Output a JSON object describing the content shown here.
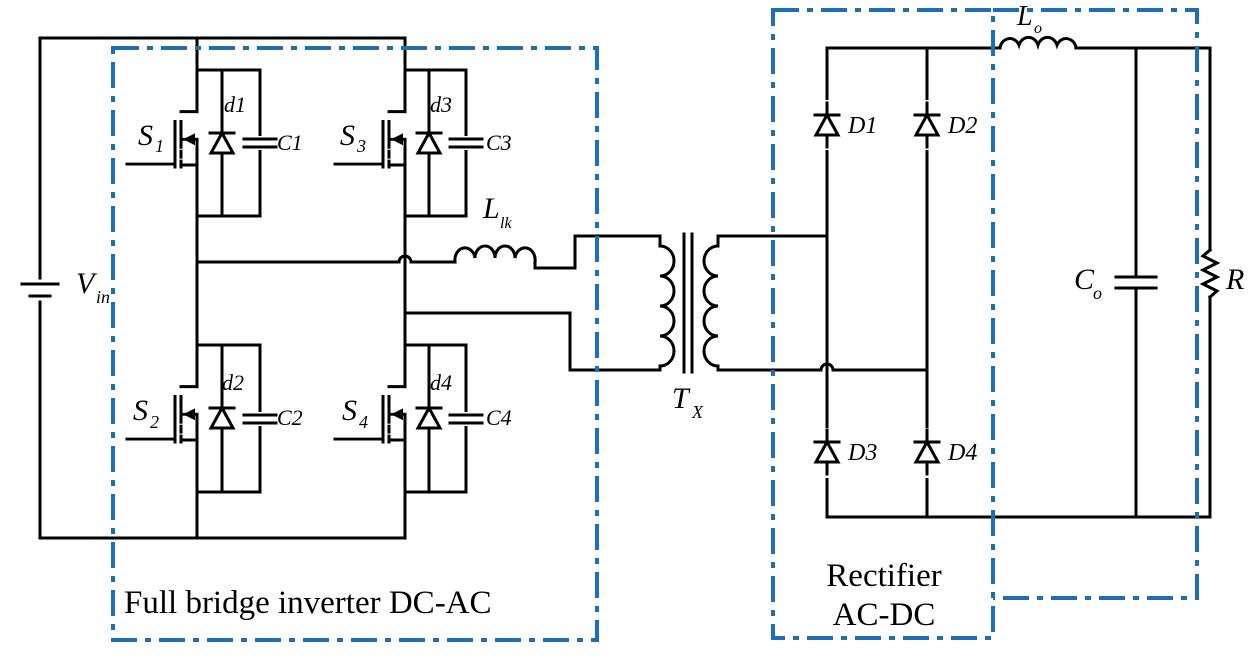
{
  "labels": {
    "vin": "V",
    "vin_sub": "in",
    "s1": "S",
    "s1_sub": "1",
    "s2": "S",
    "s2_sub": "2",
    "s3": "S",
    "s3_sub": "3",
    "s4": "S",
    "s4_sub": "4",
    "d1": "d1",
    "d2": "d2",
    "d3": "d3",
    "d4": "d4",
    "c1": "C1",
    "c2": "C2",
    "c3": "C3",
    "c4": "C4",
    "llk": "L",
    "llk_sub": "lk",
    "tx": "T",
    "tx_sub": "X",
    "D1": "D1",
    "D2": "D2",
    "D3": "D3",
    "D4": "D4",
    "lo": "L",
    "lo_sub": "o",
    "co": "C",
    "co_sub": "o",
    "r": "R"
  },
  "blocks": {
    "inverter": "Full bridge inverter DC-AC",
    "rectifier_line1": "Rectifier",
    "rectifier_line2": "AC-DC"
  },
  "colors": {
    "wire": "#000000",
    "block_outline": "#1f6db5"
  }
}
